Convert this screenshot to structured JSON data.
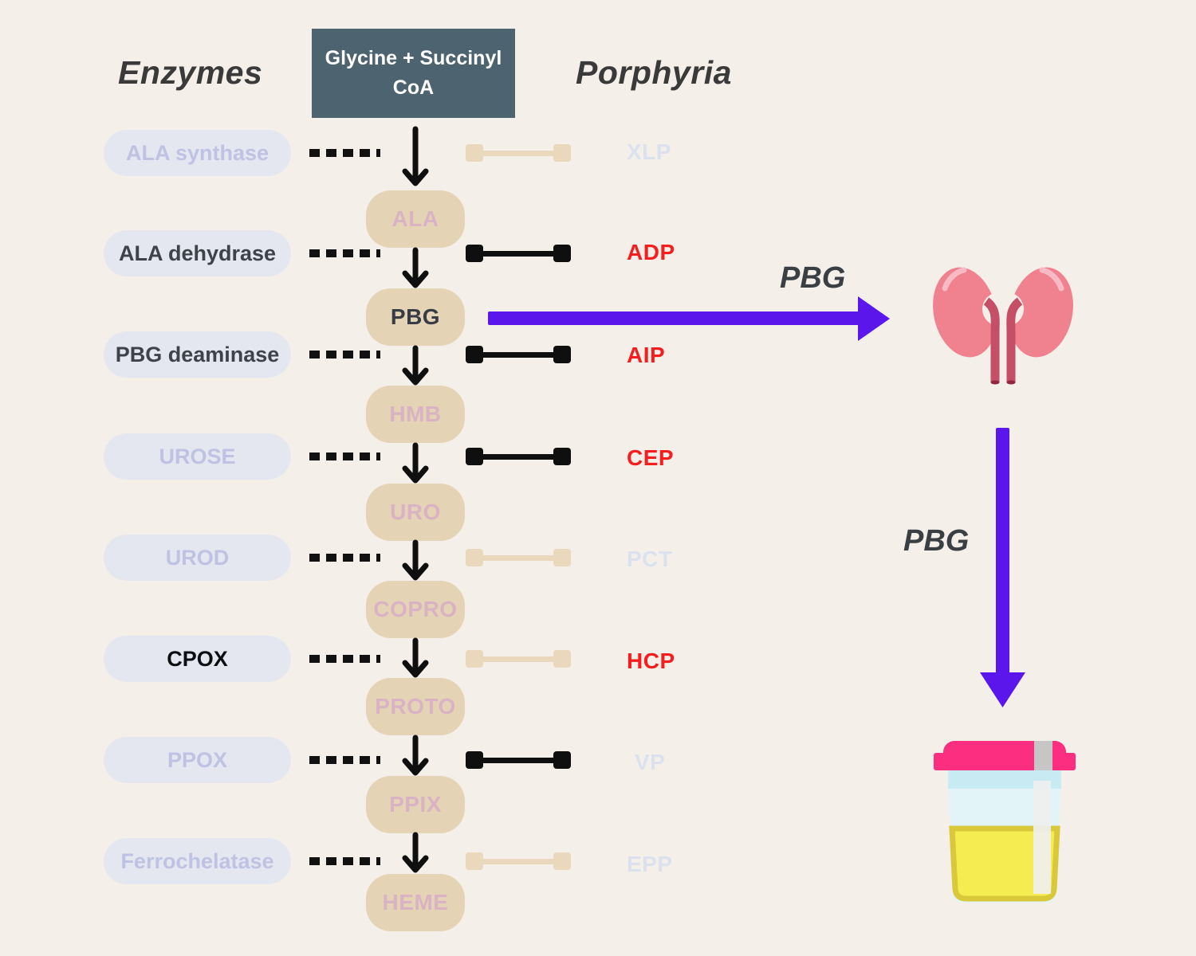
{
  "title": "Heme synthesis pathway and porphyrias",
  "colors": {
    "background": "#f4efe9",
    "start_box": "#4d636f",
    "node_fill": "#e5d3b6",
    "pill_fill": "#e4e7f0",
    "highlight_red": "#f51d1d",
    "faded_porphyria": "#dbe2ee",
    "purple_arrow": "#5b17eb",
    "black_bar": "#0f0f0f",
    "faded_bar": "#e9d8bb",
    "kidney_pink": "#f0828f",
    "urine_yellow": "#f5ec51",
    "lid_pink": "#fb2e80"
  },
  "headings": {
    "left": "Enzymes",
    "right": "Porphyria"
  },
  "start_node": {
    "line1": "Glycine + Succinyl",
    "line2": "CoA"
  },
  "intermediates": [
    {
      "label": "ALA",
      "state": "faded"
    },
    {
      "label": "PBG",
      "state": "active"
    },
    {
      "label": "HMB",
      "state": "faded"
    },
    {
      "label": "URO",
      "state": "faded"
    },
    {
      "label": "COPRO",
      "state": "faded"
    },
    {
      "label": "PROTO",
      "state": "faded"
    },
    {
      "label": "PPIX",
      "state": "faded"
    },
    {
      "label": "HEME",
      "state": "faded"
    }
  ],
  "enzymes": [
    {
      "label": "ALA synthase",
      "state": "faded"
    },
    {
      "label": "ALA dehydrase",
      "state": "active"
    },
    {
      "label": "PBG deaminase",
      "state": "active"
    },
    {
      "label": "UROSE",
      "state": "faded"
    },
    {
      "label": "UROD",
      "state": "faded"
    },
    {
      "label": "CPOX",
      "state": "strong"
    },
    {
      "label": "PPOX",
      "state": "faded"
    },
    {
      "label": "Ferrochelatase",
      "state": "faded"
    }
  ],
  "porphyrias": [
    {
      "label": "XLP",
      "state": "faded",
      "bar": "faded"
    },
    {
      "label": "ADP",
      "state": "red",
      "bar": "black"
    },
    {
      "label": "AIP",
      "state": "red",
      "bar": "black"
    },
    {
      "label": "CEP",
      "state": "red",
      "bar": "black"
    },
    {
      "label": "PCT",
      "state": "faded",
      "bar": "faded"
    },
    {
      "label": "HCP",
      "state": "red",
      "bar": "faded"
    },
    {
      "label": "VP",
      "state": "faded",
      "bar": "black"
    },
    {
      "label": "EPP",
      "state": "faded",
      "bar": "faded"
    }
  ],
  "excretion": {
    "to_kidney_label": "PBG",
    "to_urine_label": "PBG",
    "icons": [
      "kidneys-icon",
      "urine-sample-cup-icon"
    ]
  }
}
